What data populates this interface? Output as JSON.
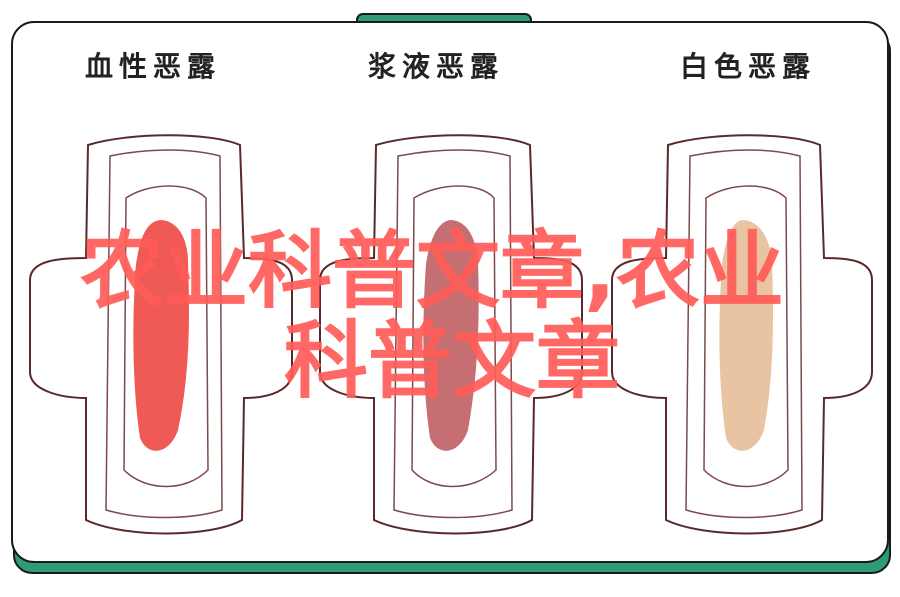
{
  "labels": {
    "blood": "血性恶露",
    "serous": "浆液恶露",
    "white": "白色恶露"
  },
  "watermark": {
    "line1": "农业科普文章,农业",
    "line2": "科普文章"
  },
  "colors": {
    "frame_fill": "#ffffff",
    "frame_stroke": "#1a1a1a",
    "shadow_green": "#2f9b74",
    "tab_green": "#2f9b74",
    "pad_outline": "#5a2a2a",
    "pad_inner": "#7d4a4a",
    "blood_fill": "#ef5a57",
    "serous_fill": "#c56f73",
    "white_fill": "#e9c4a2",
    "watermark": "#ff5b57",
    "label_text": "#222222"
  }
}
